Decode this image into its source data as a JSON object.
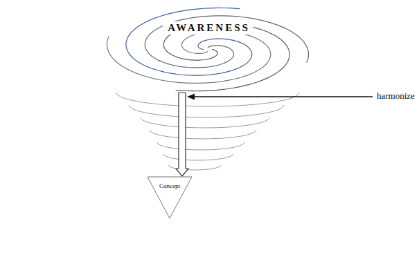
{
  "diagram": {
    "nodes": [
      {
        "text": [
          "AWARENESS"
        ]
      },
      {
        "text": [
          "Concept"
        ]
      }
    ],
    "edges": [
      {
        "from": 0,
        "to": 1,
        "arrow": "to"
      }
    ],
    "labels": [
      "harmonize"
    ]
  }
}
